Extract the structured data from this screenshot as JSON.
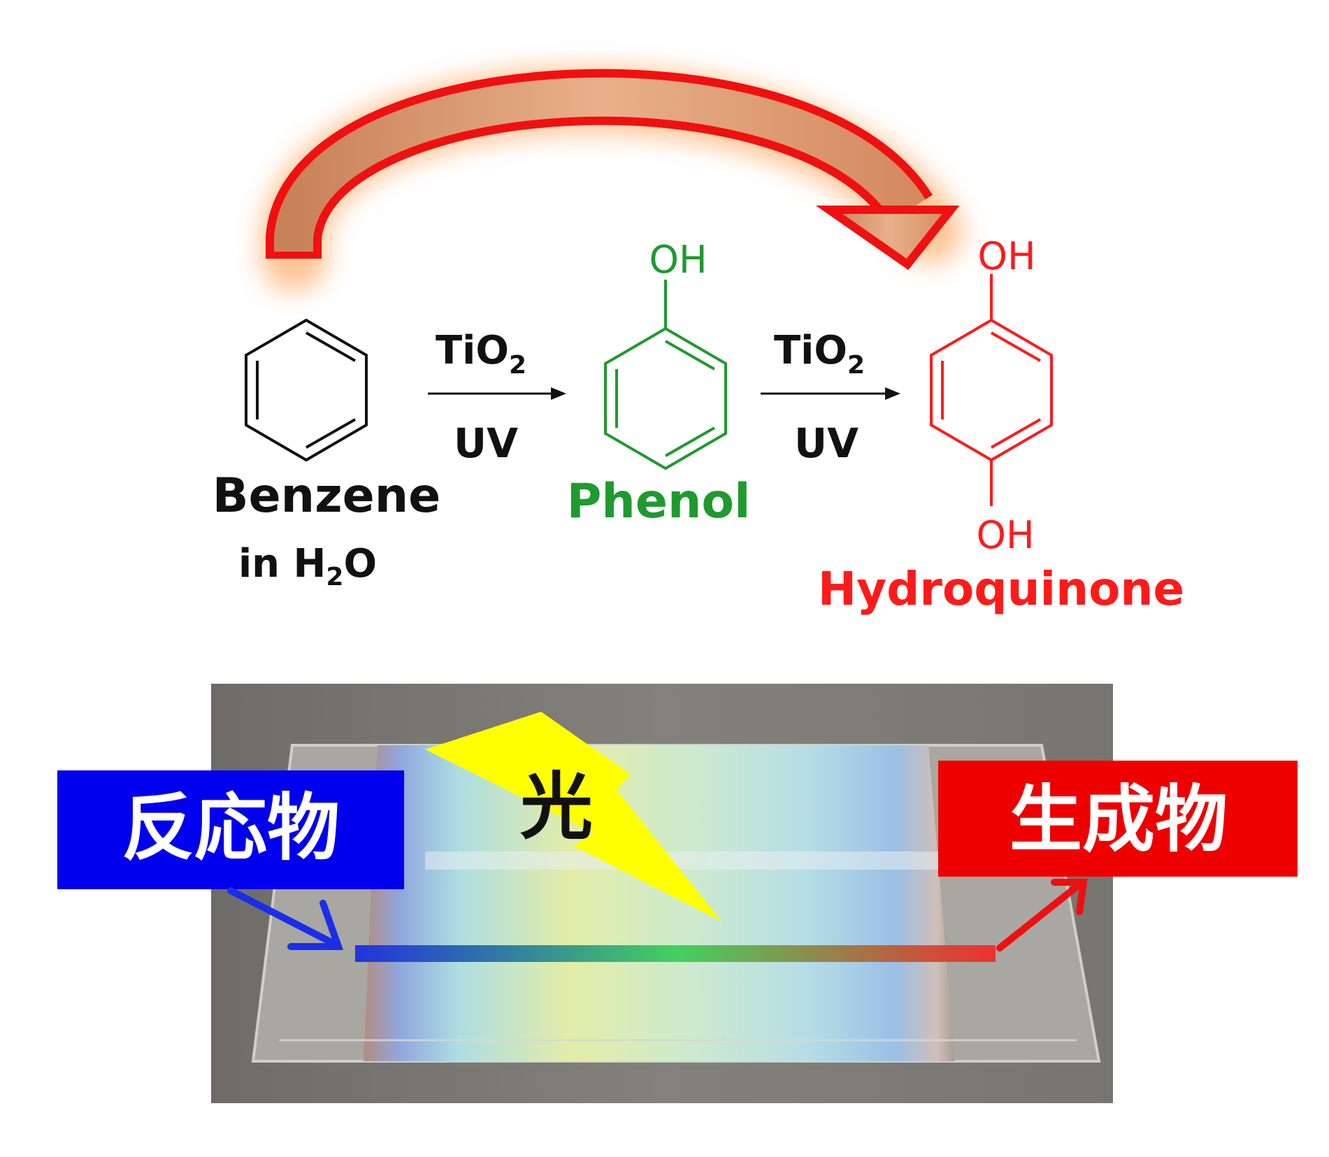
{
  "reaction": {
    "benzene": {
      "name": "Benzene",
      "solvent_prefix": "in H",
      "solvent_sub": "2",
      "solvent_suffix": "O"
    },
    "step1": {
      "reagent_main": "TiO",
      "reagent_sub": "2",
      "condition": "UV"
    },
    "phenol": {
      "name": "Phenol",
      "substituent": "OH"
    },
    "step2": {
      "reagent_main": "TiO",
      "reagent_sub": "2",
      "condition": "UV"
    },
    "hydroquinone": {
      "name": "Hydroquinone",
      "substituent_top": "OH",
      "substituent_bottom": "OH"
    }
  },
  "device": {
    "reactant_label": "反応物",
    "light_label": "光",
    "product_label": "生成物"
  },
  "colors": {
    "benzene": "#111111",
    "phenol": "#1e9a2e",
    "hydroquinone": "#ff1a1a",
    "reactant_box": "#0000ee",
    "product_box": "#ee0000",
    "lightning": "#ffff00"
  }
}
